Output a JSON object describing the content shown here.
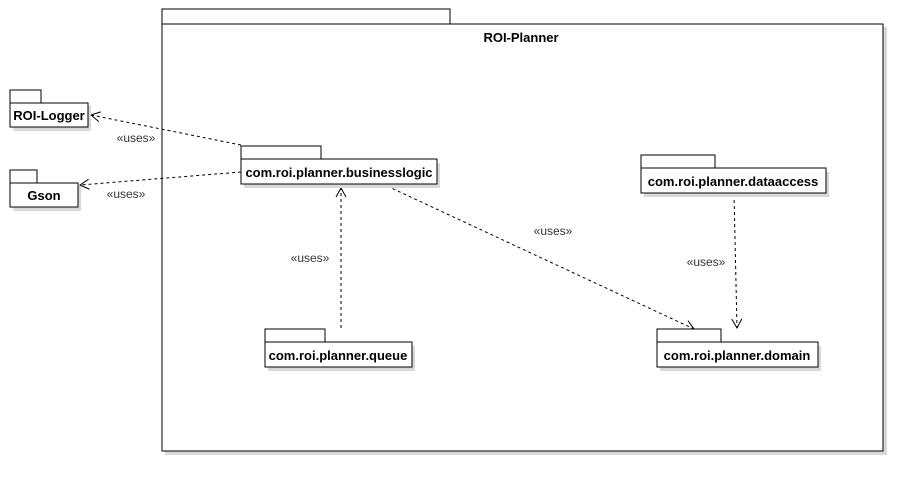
{
  "diagram": {
    "container": {
      "name": "ROI-Planner"
    },
    "packages": {
      "logger": "ROI-Logger",
      "gson": "Gson",
      "businesslogic": "com.roi.planner.businesslogic",
      "dataaccess": "com.roi.planner.dataaccess",
      "queue": "com.roi.planner.queue",
      "domain": "com.roi.planner.domain"
    },
    "dependencies": [
      {
        "from": "com.roi.planner.businesslogic",
        "to": "ROI-Logger",
        "label": "«uses»"
      },
      {
        "from": "com.roi.planner.businesslogic",
        "to": "Gson",
        "label": "«uses»"
      },
      {
        "from": "com.roi.planner.queue",
        "to": "com.roi.planner.businesslogic",
        "label": "«uses»"
      },
      {
        "from": "com.roi.planner.businesslogic",
        "to": "com.roi.planner.domain",
        "label": "«uses»"
      },
      {
        "from": "com.roi.planner.dataaccess",
        "to": "com.roi.planner.domain",
        "label": "«uses»"
      }
    ],
    "colors": {
      "stroke": "#000000",
      "shadow": "#d9d9d9",
      "fill": "#ffffff"
    }
  }
}
